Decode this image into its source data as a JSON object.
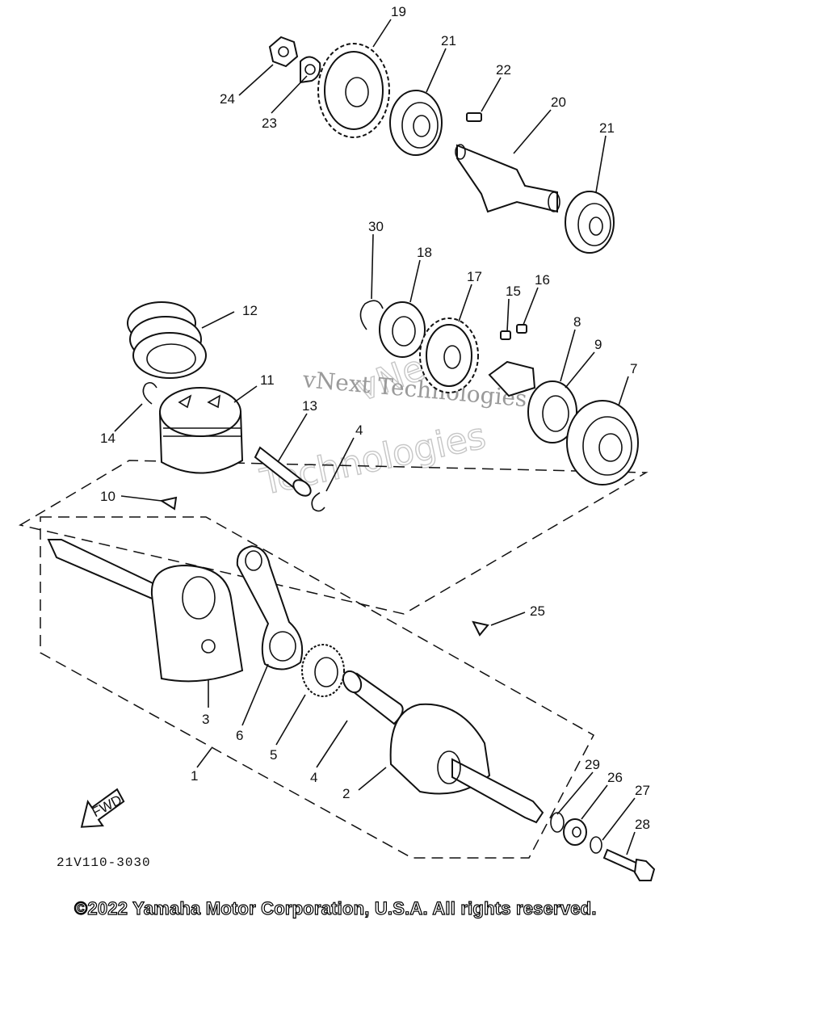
{
  "diagram": {
    "part_numbers": [
      "1",
      "2",
      "3",
      "4",
      "4",
      "5",
      "6",
      "7",
      "8",
      "9",
      "10",
      "11",
      "12",
      "13",
      "14",
      "15",
      "16",
      "17",
      "18",
      "19",
      "20",
      "21",
      "21",
      "22",
      "23",
      "24",
      "25",
      "26",
      "27",
      "28",
      "29",
      "30"
    ],
    "diagram_code": "21V110-3030",
    "direction_label": "FWD",
    "copyright": "©2022 Yamaha Motor Corporation, U.S.A. All rights reserved.",
    "watermark_primary": "vNext Technologies",
    "watermark_secondary": "Technologies",
    "watermark_stamp": "vNext"
  }
}
